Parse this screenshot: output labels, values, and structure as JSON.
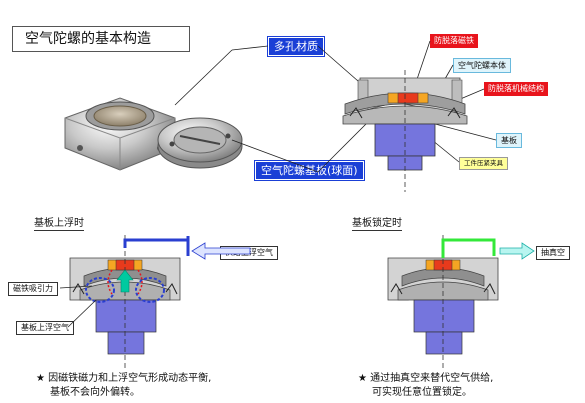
{
  "title": "空气陀螺的基本构造",
  "labels": {
    "porous_material": "多孔材质",
    "gyro_base_plate": "空气陀螺基板(球面)",
    "anti_drop_magnet": "防脱落磁铁",
    "gyro_body": "空气陀螺本体",
    "anti_drop_mechanism": "防脱落机械结构",
    "substrate": "基板",
    "workpiece_clamp": "工件压紧夹具",
    "supply_float_air": "供给上浮空气",
    "magnet_attraction": "磁铁吸引力",
    "substrate_float_air": "基板上浮空气",
    "vacuum": "抽真空"
  },
  "sections": {
    "float": {
      "title": "基板上浮时",
      "note_line1": "★ 因磁铁磁力和上浮空气形成动态平衡,",
      "note_line2": "基板不会向外偏转。"
    },
    "lock": {
      "title": "基板锁定时",
      "note_line1": "★ 通过抽真空来替代空气供给,",
      "note_line2": "可实现任意位置锁定。"
    }
  },
  "colors": {
    "label_blue": "#1a3fd6",
    "label_red": "#e8141c",
    "body_gray": "#d0d0d0",
    "base_purple": "#6f6fd8",
    "magnet_red": "#e83a1c",
    "magnet_orange": "#f5a623",
    "air_blue": "#2a3fd0",
    "vacuum_green": "#33e83a",
    "lift_green": "#00c9a0"
  },
  "icons": [
    "star-icon",
    "arrow-right-icon",
    "arrow-up-icon",
    "curved-arrow-icon"
  ]
}
